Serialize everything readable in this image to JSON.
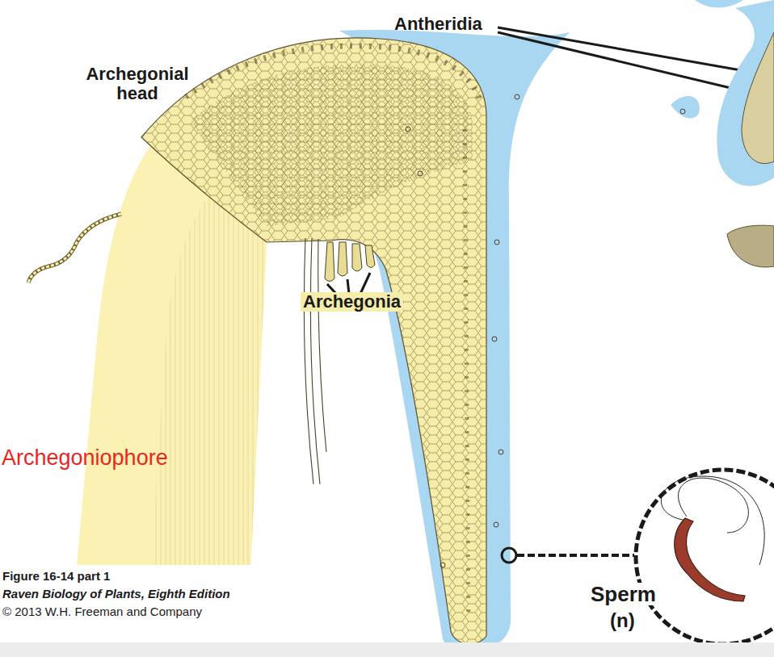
{
  "diagram": {
    "labels": [
      "Archegonial head",
      "Antheridia",
      "Archegonia",
      "Archegoniophore",
      "Figure 16-14 part 1",
      "Raven Biology of Plants, Eighth Edition",
      "© 2013 W.H. Freeman and Company",
      "Sperm",
      "(n)"
    ]
  }
}
